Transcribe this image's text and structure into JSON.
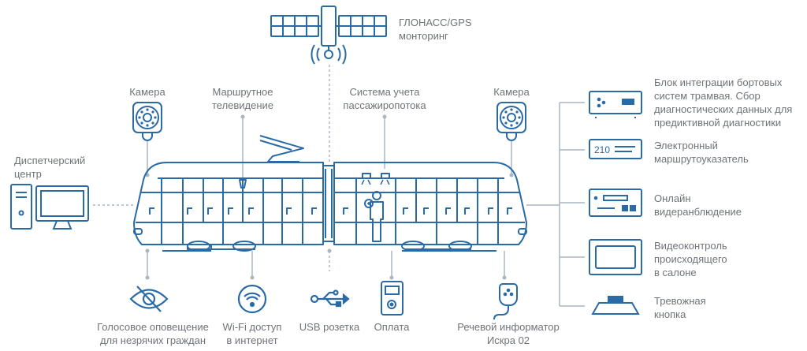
{
  "colors": {
    "primary": "#2a6aa6",
    "connector": "#a9b6c3",
    "text": "#6f7378"
  },
  "icons": {
    "satellite": "satellite-icon",
    "camera": "camera-icon",
    "computer": "desktop-computer-icon",
    "tram": "tram-icon",
    "no_eye": "crossed-eye-icon",
    "wifi": "wifi-icon",
    "usb": "usb-icon",
    "payment": "payment-terminal-icon",
    "mic": "microphone-icon",
    "integration": "integration-unit-icon",
    "route_sign": "route-sign-icon",
    "dvr": "video-recorder-icon",
    "monitor": "monitor-icon",
    "alarm": "alarm-button-icon"
  },
  "labels": {
    "gps": [
      "ГЛОНАСС/GPS",
      "монторинг"
    ],
    "camera_left": [
      "Камера"
    ],
    "route_tv": [
      "Маршрутное",
      "телевидение"
    ],
    "passenger_count": [
      "Система учета",
      "пассажиропотока"
    ],
    "camera_right": [
      "Камера"
    ],
    "dispatch": [
      "Диспетчерский",
      "центр"
    ],
    "voice_alert": [
      "Голосовое оповещение",
      "для незрячих граждан"
    ],
    "wifi": [
      "Wi-Fi доступ",
      "в интернет"
    ],
    "usb": [
      "USB розетка"
    ],
    "payment": [
      "Оплата"
    ],
    "informer": [
      "Речевой информатор",
      "Искра 02"
    ],
    "integration": [
      "Блок интеграции бортовых",
      "систем трамвая. Сбор",
      "диагностических данных для",
      "предиктивной диагностики"
    ],
    "route_sign": [
      "Электронный",
      "маршрутоуказатель"
    ],
    "online_video": [
      "Онлайн",
      "видеранблюдение"
    ],
    "video_control": [
      "Видеоконтроль",
      "происходящего",
      "в салоне"
    ],
    "alarm": [
      "Тревожная",
      "кнопка"
    ]
  },
  "route_sign_number": "210"
}
